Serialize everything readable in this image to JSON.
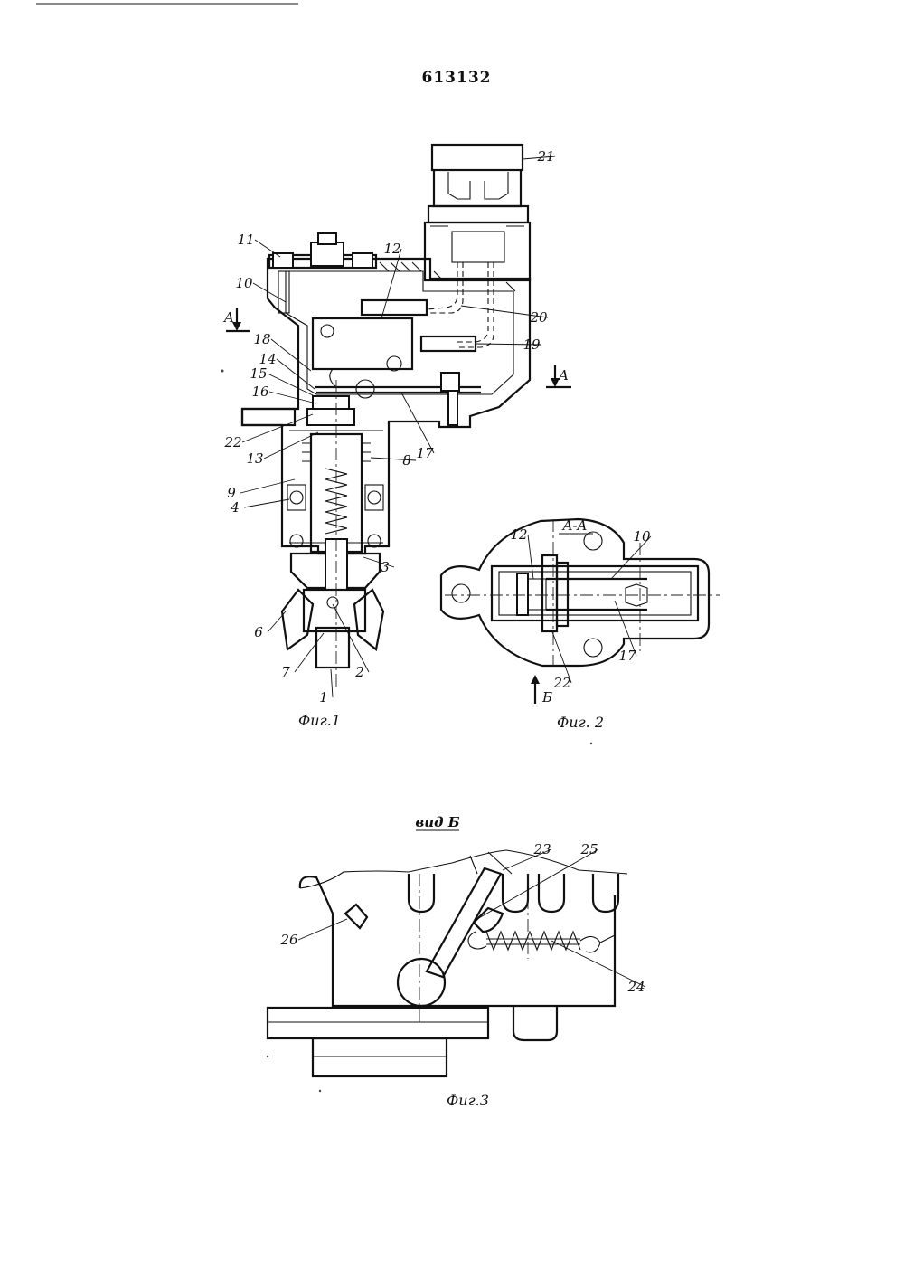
{
  "patent_number": "613132",
  "fig1": {
    "caption": "Фиг.1",
    "section_mark": "A",
    "labels": [
      "1",
      "2",
      "3",
      "4",
      "6",
      "7",
      "8",
      "9",
      "10",
      "11",
      "12",
      "13",
      "14",
      "15",
      "16",
      "17",
      "18",
      "19",
      "20",
      "21",
      "22"
    ]
  },
  "fig2": {
    "caption": "Фиг. 2",
    "section_title": "A-A",
    "view_mark": "Б",
    "labels": [
      "10",
      "12",
      "17",
      "22"
    ]
  },
  "fig3": {
    "caption": "Фиг.3",
    "view_title": "вид Б",
    "labels": [
      "23",
      "24",
      "25",
      "26"
    ]
  }
}
